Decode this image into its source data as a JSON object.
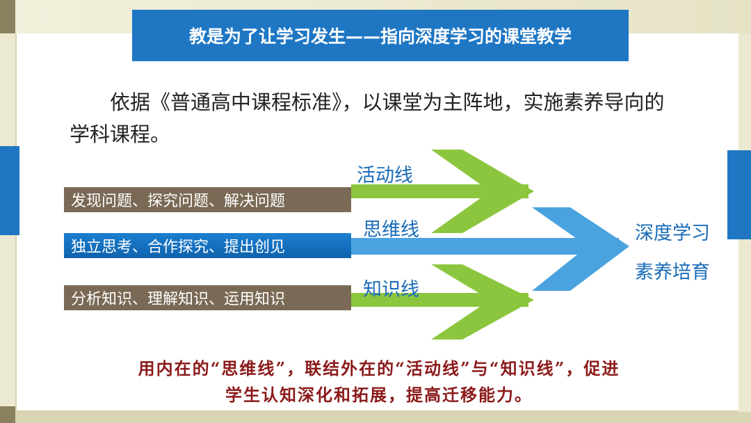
{
  "title": "教是为了让学习发生——指向深度学习的课堂教学",
  "intro": "依据《普通高中课程标准》，以课堂为主阵地，实施素养导向的学科课程。",
  "tags": [
    "发现问题、探究问题、解决问题",
    "独立思考、合作探究、提出创见",
    "分析知识、理解知识、运用知识"
  ],
  "lines": {
    "activity": "活动线",
    "thinking": "思维线",
    "knowledge": "知识线"
  },
  "results": [
    "深度学习",
    "素养培育"
  ],
  "summary": [
    "用内在的“思维线”，联结外在的“活动线”与“知识线”，促进",
    "学生认知深化和拓展，提高迁移能力。"
  ],
  "colors": {
    "banner": "#1f77c4",
    "green_arrow": "#8cc63f",
    "blue_arrow": "#4aa3df",
    "tag_brown": "#7a6a55",
    "summary_text": "#8b1a1a"
  }
}
